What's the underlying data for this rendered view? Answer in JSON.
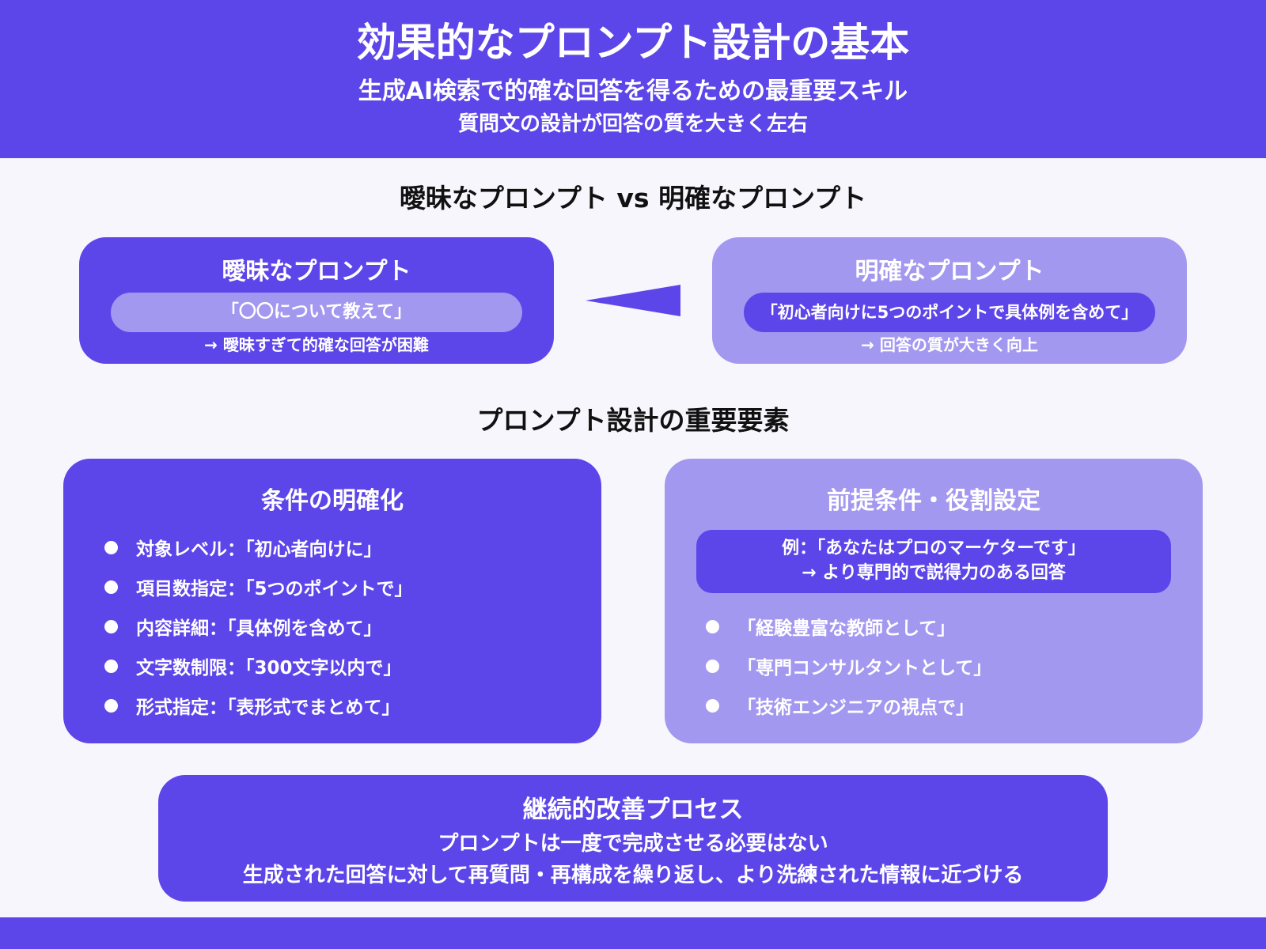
{
  "header": {
    "title": "効果的なプロンプト設計の基本",
    "subtitle1": "生成AI検索で的確な回答を得るための最重要スキル",
    "subtitle2": "質問文の設計が回答の質を大きく左右"
  },
  "comparison": {
    "title": "曖昧なプロンプト vs 明確なプロンプト",
    "vague": {
      "title": "曖昧なプロンプト",
      "example": "「〇〇について教えて」",
      "note": "→ 曖昧すぎて的確な回答が困難"
    },
    "clear": {
      "title": "明確なプロンプト",
      "example": "「初心者向けに5つのポイントで具体例を含めて」",
      "note": "→ 回答の質が大きく向上"
    }
  },
  "elements": {
    "title": "プロンプト設計の重要要素",
    "conditions": {
      "title": "条件の明確化",
      "items": [
        "対象レベル：「初心者向けに」",
        "項目数指定：「5つのポイントで」",
        "内容詳細：「具体例を含めて」",
        "文字数制限：「300文字以内で」",
        "形式指定：「表形式でまとめて」"
      ]
    },
    "roles": {
      "title": "前提条件・役割設定",
      "example_line1": "例：「あなたはプロのマーケターです」",
      "example_line2": "→ より専門的で説得力のある回答",
      "items": [
        "「経験豊富な教師として」",
        "「専門コンサルタントとして」",
        "「技術エンジニアの視点で」"
      ]
    }
  },
  "improvement": {
    "title": "継続的改善プロセス",
    "line1": "プロンプトは一度で完成させる必要はない",
    "line2": "生成された回答に対して再質問・再構成を繰り返し、より洗練された情報に近づける"
  },
  "colors": {
    "primary": "#5d46e9",
    "light": "#a398f0",
    "background": "#f7f6fd"
  }
}
